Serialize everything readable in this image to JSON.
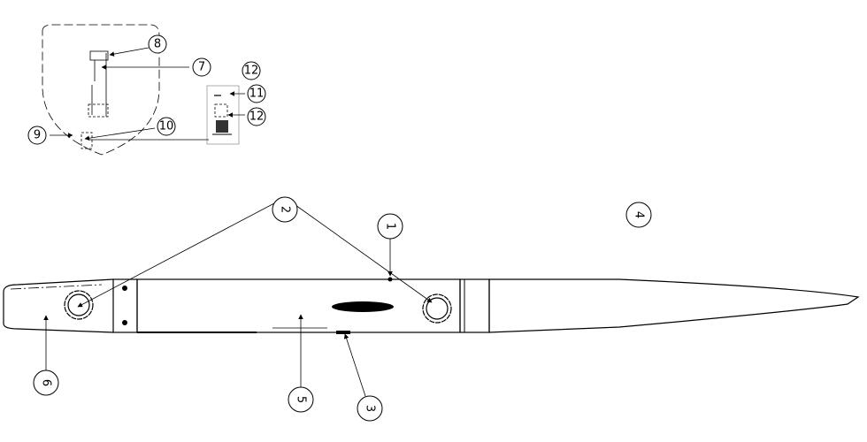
{
  "inset": {
    "callouts": {
      "c8": "8",
      "c7": "7",
      "c12a": "12",
      "c11": "11",
      "c12b": "12",
      "c9": "9",
      "c10": "10"
    }
  },
  "main": {
    "callouts": {
      "c1": "1",
      "c2": "2",
      "c3": "3",
      "c4": "4",
      "c5": "5",
      "c6": "6"
    }
  }
}
